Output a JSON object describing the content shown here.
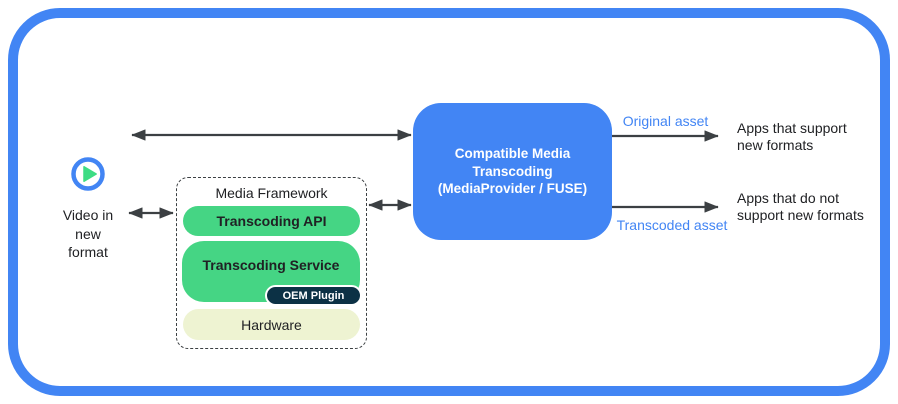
{
  "colors": {
    "accent_blue": "#4285f4",
    "android_green": "#45d584",
    "play_triangle_green": "#3ddc84",
    "navy": "#0c3145",
    "pale_yellow_green": "#eef3d2",
    "arrow_gray": "#3c4043",
    "text_dark": "#202124"
  },
  "source": {
    "label_lines": [
      "Video in",
      "new",
      "format"
    ]
  },
  "framework": {
    "title": "Media Framework",
    "api_label": "Transcoding API",
    "service_label": "Transcoding Service",
    "oem_label": "OEM Plugin",
    "hardware_label": "Hardware"
  },
  "transcoder": {
    "lines": [
      "Compatible Media",
      "Transcoding",
      "(MediaProvider / FUSE)"
    ]
  },
  "flows": {
    "original": {
      "label": "Original asset",
      "target_lines": [
        "Apps that support",
        "new formats"
      ]
    },
    "transcoded": {
      "label": "Transcoded asset",
      "target_lines": [
        "Apps that do not",
        "support new formats"
      ]
    }
  }
}
